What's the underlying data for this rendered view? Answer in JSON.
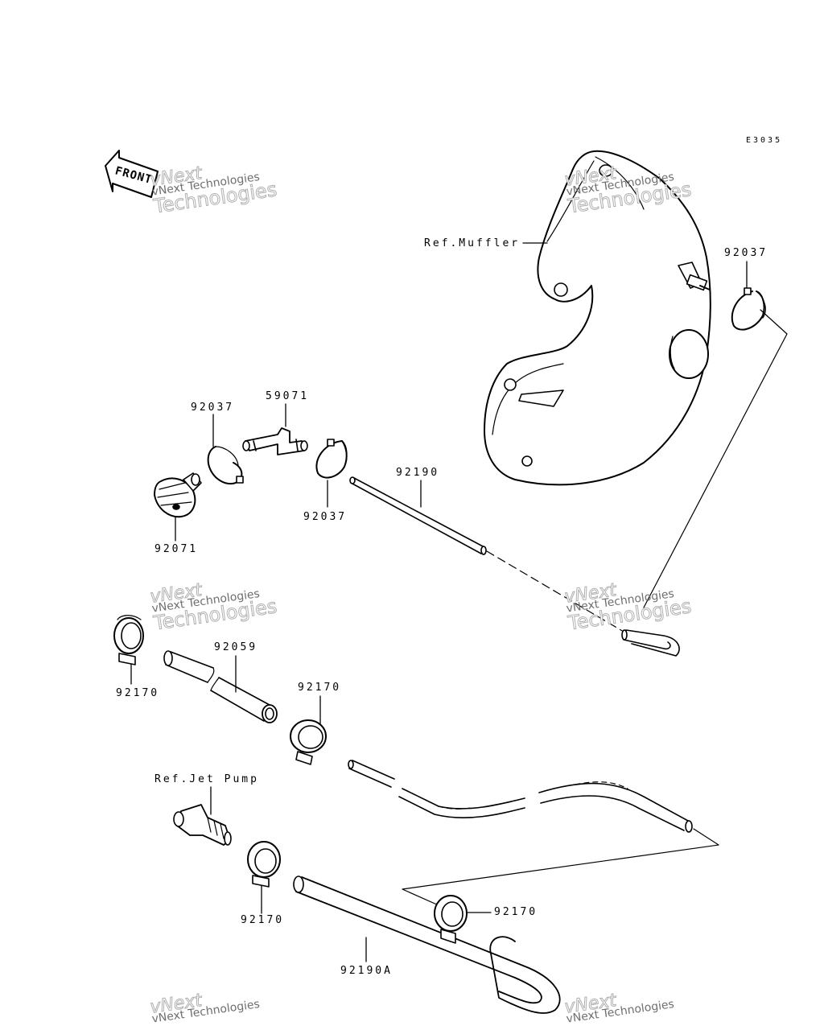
{
  "diagram_code": "E3035",
  "front_label": "FRONT",
  "labels": {
    "ref_muffler": "Ref.Muffler",
    "ref_jet_pump": "Ref.Jet Pump",
    "clamp_top_right": "92037",
    "connector": "59071",
    "clamp_left": "92037",
    "clamp_middle": "92037",
    "fitting_cap": "92071",
    "hose_small": "92190",
    "clamp_a": "92170",
    "hose_large": "92059",
    "clamp_b": "92170",
    "clamp_c": "92170",
    "clamp_d": "92170",
    "hose_u": "92190A"
  },
  "watermark": {
    "line1": "vNext",
    "line2": "vNext Technologies",
    "line3": "Technologies"
  }
}
